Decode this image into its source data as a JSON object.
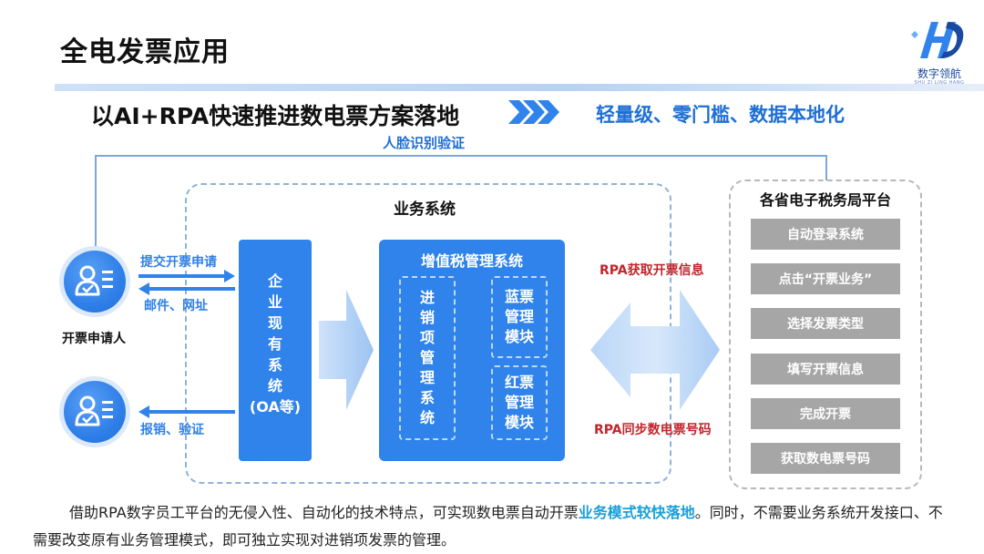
{
  "title": "全电发票应用",
  "logo": {
    "name": "数字领航",
    "sub": "SHU ZI LING HANG",
    "mark": "HD"
  },
  "subtitle": "以AI+RPA快速推进数电票方案落地",
  "slogan": "轻量级、零门槛、数据本地化",
  "face_label": "人脸识别验证",
  "business_system": {
    "title": "业务系统",
    "enterprise": "企\n业\n现\n有\n系\n统\n(OA等)",
    "vat": {
      "title": "增值税管理系统",
      "sales_module": "进\n销\n项\n管\n理\n系\n统",
      "blue_module": "蓝票\n管理\n模块",
      "red_module": "红票\n管理\n模块"
    }
  },
  "applicant": {
    "label": "开票申请人",
    "submit": "提交开票申请",
    "mail": "邮件、网址",
    "reimburse": "报销、验证"
  },
  "rpa": {
    "get_info": "RPA获取开票信息",
    "sync_number": "RPA同步数电票号码"
  },
  "tax_platform": {
    "title": "各省电子税务局平台",
    "steps": [
      "自动登录系统",
      "点击“开票业务”",
      "选择发票类型",
      "填写开票信息",
      "完成开票",
      "获取数电票号码"
    ]
  },
  "paragraph": {
    "part1": "借助RPA数字员工平台的无侵入性、自动化的技术特点，可实现数电票自动开票",
    "highlight": "业务模式较快落地",
    "part2": "。同时，不需要业务系统开发接口、不需要改变原有业务管理模式，即可独立实现对进销项发票的管理。"
  },
  "colors": {
    "primary_blue": "#2f83ea",
    "accent_red": "#c0262c",
    "gray_step": "#a6a6a6",
    "highlight": "#1a9fd8"
  }
}
